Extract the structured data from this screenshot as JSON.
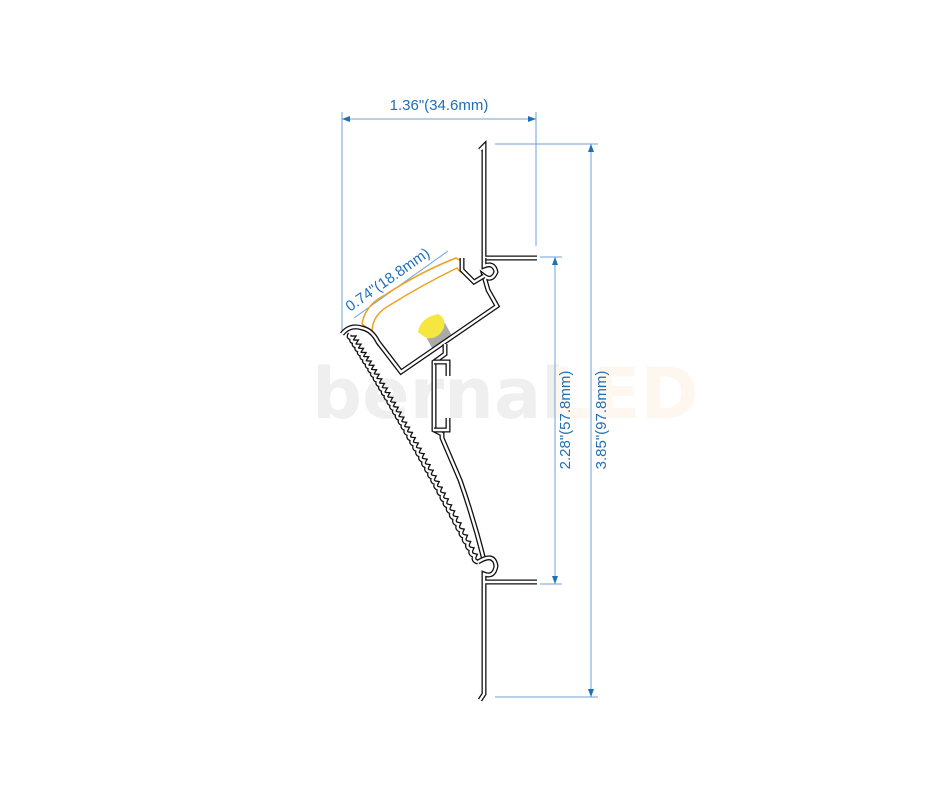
{
  "watermark": {
    "brand": "bernal",
    "suffix": "LED"
  },
  "dimensions": {
    "width": "1.36\"(34.6mm)",
    "diffuser_width": "0.74\"(18.8mm)",
    "clip_span": "2.28\"(57.8mm)",
    "total_height": "3.85\"(97.8mm)"
  },
  "colors": {
    "dimension": "#1f6fb5",
    "dimension_line": "#6fa3d6",
    "profile": "#111111",
    "diffuser": "#f0a020",
    "led": "#f6e640",
    "led_chip": "#aaaaaa"
  }
}
